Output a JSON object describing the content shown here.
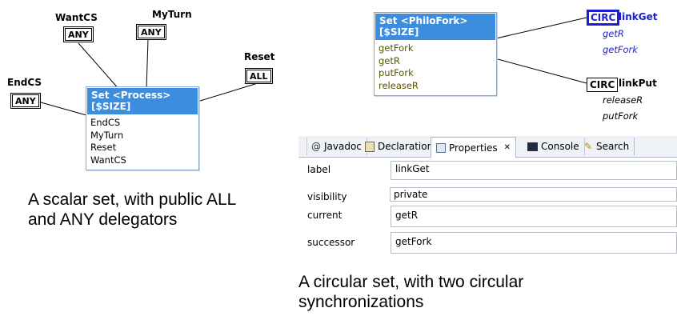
{
  "scalar_diagram": {
    "set_title": "Set <Process> [$SIZE]",
    "items": [
      "EndCS",
      "MyTurn",
      "Reset",
      "WantCS"
    ],
    "delegators": [
      {
        "name": "WantCS",
        "kind": "ANY"
      },
      {
        "name": "MyTurn",
        "kind": "ANY"
      },
      {
        "name": "Reset",
        "kind": "ALL"
      },
      {
        "name": "EndCS",
        "kind": "ANY"
      }
    ],
    "caption": "A scalar set, with public ALL and ANY delegators"
  },
  "circular_diagram": {
    "set_title": "Set <PhiloFork> [$SIZE]",
    "items": [
      "getFork",
      "getR",
      "putFork",
      "releaseR"
    ],
    "syncs": [
      {
        "tag": "CIRC",
        "name": "linkGet",
        "sub": [
          "getR",
          "getFork"
        ],
        "selected": true
      },
      {
        "tag": "CIRC",
        "name": "linkPut",
        "sub": [
          "releaseR",
          "putFork"
        ],
        "selected": false
      }
    ],
    "caption": "A circular set, with two circular synchronizations"
  },
  "tabs": [
    {
      "label": "Javadoc",
      "icon": "at-icon"
    },
    {
      "label": "Declaration",
      "icon": "declaration-icon"
    },
    {
      "label": "Properties",
      "icon": "properties-icon",
      "active": true,
      "close": "✕"
    },
    {
      "label": "Console",
      "icon": "console-icon"
    },
    {
      "label": "Search",
      "icon": "search-icon"
    }
  ],
  "properties": {
    "label": {
      "name": "label",
      "value": "linkGet"
    },
    "visibility": {
      "name": "visibility",
      "value": "private"
    },
    "current": {
      "name": "current",
      "value": "getR"
    },
    "successor": {
      "name": "successor",
      "value": "getFork"
    }
  },
  "colors": {
    "title_bar": "#3d8ddf",
    "selection": "#1d1dd6",
    "sub_blue": "#1d1dd6",
    "item_olive": "#5a5400"
  }
}
